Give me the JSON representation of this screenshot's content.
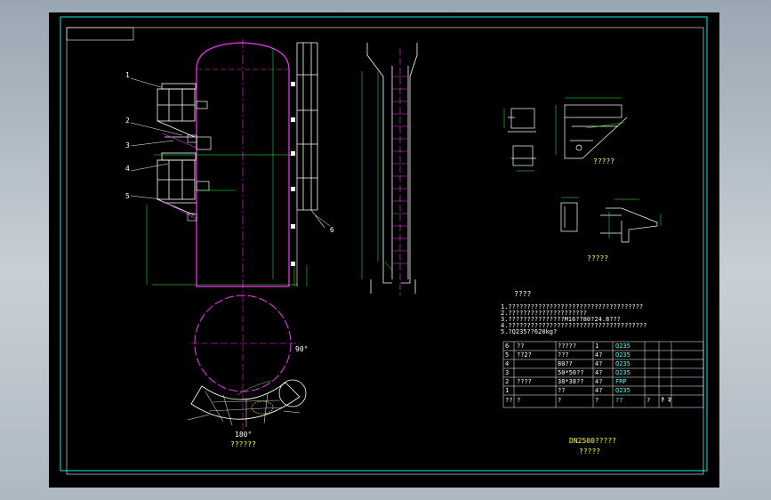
{
  "frame": {
    "colors": {
      "border": "#00c8c8",
      "shell": "#ff33ff",
      "structure": "#ffffff",
      "dims": "#33ff33",
      "text": "#ffffff"
    }
  },
  "callouts": [
    "1",
    "2",
    "3",
    "4",
    "5",
    "6"
  ],
  "angles": {
    "a90": "90°",
    "a180": "180°"
  },
  "labels": {
    "bottom_view": "??????",
    "detail_a": "?????",
    "detail_b": "?????",
    "notes_title": "????",
    "note1": "1.????????????????????????????????????",
    "note2": "2.?????????????????????",
    "note3": "3.???????????????M16??80?24.8???",
    "note4": "4.?????????????????????????????????????",
    "note5": "5.?Q235??620kg?",
    "title_main": "DN2500?????",
    "title_sub": "?????"
  },
  "bom": {
    "rows": [
      [
        "6",
        "??",
        "?????",
        "1",
        "Q235",
        "",
        ""
      ],
      [
        "5",
        "??2?",
        "???",
        "4?",
        "Q235",
        "",
        ""
      ],
      [
        "4",
        "",
        "80??",
        "4?",
        "Q235",
        "",
        ""
      ],
      [
        "3",
        "",
        "50*50??",
        "4?",
        "Q235",
        "",
        ""
      ],
      [
        "2",
        "????",
        "38*38??",
        "4?",
        "FRP",
        "",
        ""
      ],
      [
        "1",
        "",
        "??",
        "4?",
        "Q235",
        "",
        ""
      ],
      [
        "??",
        "?",
        "?",
        "?",
        "??",
        "?",
        "? ?"
      ]
    ],
    "top_extra": "? 1"
  }
}
